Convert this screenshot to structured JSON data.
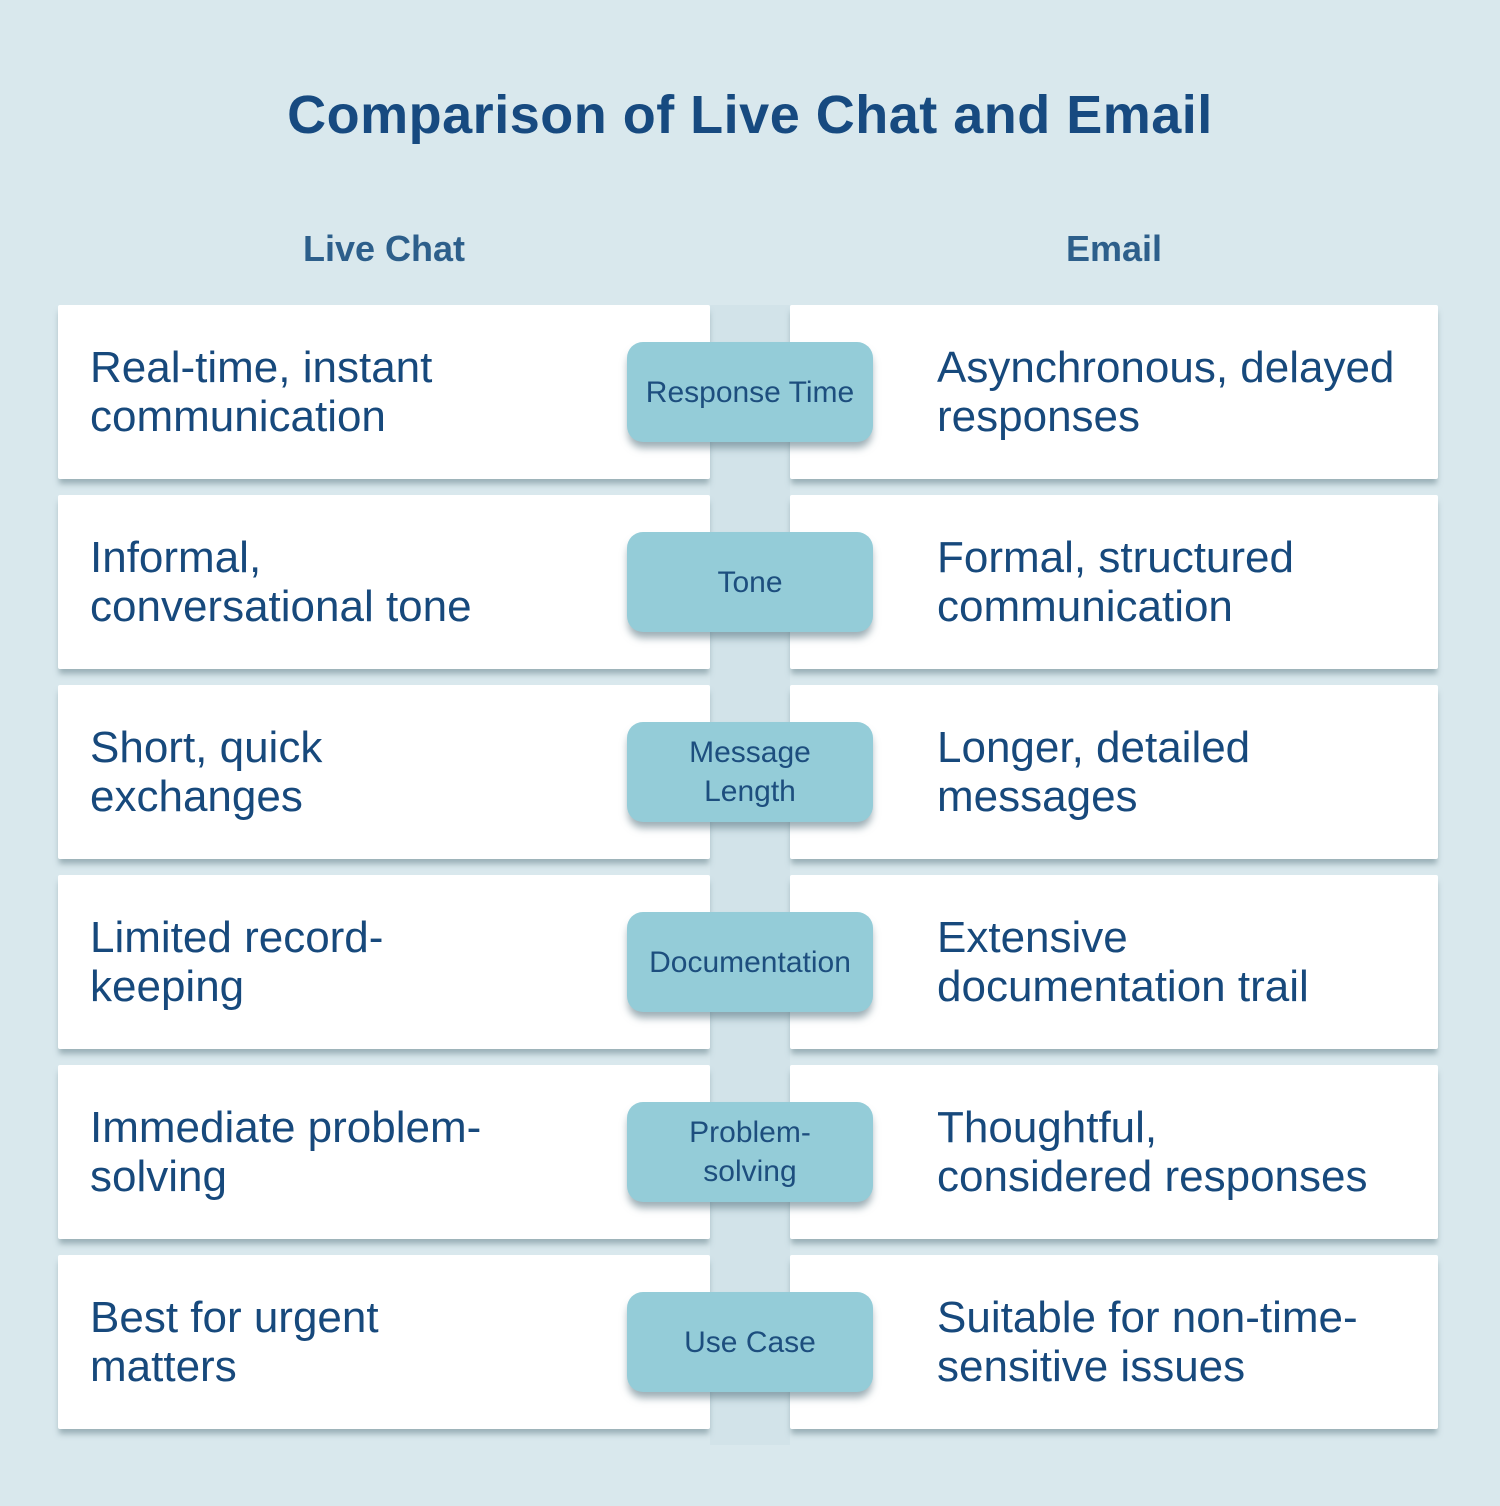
{
  "title": "Comparison of Live Chat and Email",
  "columns": {
    "left": "Live Chat",
    "right": "Email"
  },
  "rows": [
    {
      "category": "Response Time",
      "live_chat": "Real-time, instant\ncommunication",
      "email": "Asynchronous, delayed\nresponses"
    },
    {
      "category": "Tone",
      "live_chat": "Informal,\nconversational tone",
      "email": "Formal, structured\ncommunication"
    },
    {
      "category": "Message\nLength",
      "live_chat": "Short, quick\nexchanges",
      "email": "Longer, detailed\nmessages"
    },
    {
      "category": "Documentation",
      "live_chat": "Limited record-\nkeeping",
      "email": "Extensive\ndocumentation trail"
    },
    {
      "category": "Problem-\nsolving",
      "live_chat": "Immediate problem-\nsolving",
      "email": "Thoughtful,\nconsidered responses"
    },
    {
      "category": "Use Case",
      "live_chat": "Best for urgent\nmatters",
      "email": "Suitable for non-time-\nsensitive issues"
    }
  ],
  "colors": {
    "background": "#d9e8ed",
    "center_strip": "#d2e3e9",
    "card_background": "#ffffff",
    "badge_background": "#94ccd8",
    "title_text": "#174a80",
    "header_text": "#2d5f8b",
    "body_text": "#17497c",
    "badge_text": "#1d4e7e"
  }
}
